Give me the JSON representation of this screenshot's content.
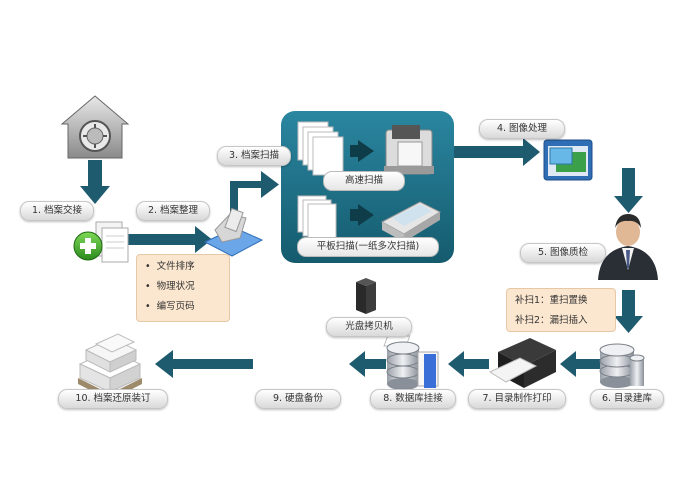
{
  "steps": {
    "s1": "1. 档案交接",
    "s2": "2. 档案整理",
    "s3": "3. 档案扫描",
    "s4": "4. 图像处理",
    "s5": "5. 图像质检",
    "s6": "6. 目录建库",
    "s7": "7. 目录制作打印",
    "s8": "8. 数据库挂接",
    "s9": "9. 硬盘备份",
    "s10": "10. 档案还原装订"
  },
  "scan_box": {
    "high_speed": "高速扫描",
    "flatbed": "平板扫描(一纸多次扫描)"
  },
  "organize_notes": [
    "文件排序",
    "物理状况",
    "编写页码"
  ],
  "rescan_notes": [
    "补扫1：重扫置换",
    "补扫2：漏扫插入"
  ],
  "disc_label": "光盘拷贝机",
  "colors": {
    "arrow": "#1f5b6e",
    "scan_box": "#1b6f84",
    "note_bg": "#fbe6cf"
  },
  "icons": [
    "security-house-icon",
    "document-add-icon",
    "paper-stack-icon",
    "scanner-icon",
    "flatbed-scanner-icon",
    "image-window-icon",
    "inspector-person-icon",
    "database-icon",
    "printer-icon",
    "server-tower-icon",
    "boxes-icon"
  ]
}
